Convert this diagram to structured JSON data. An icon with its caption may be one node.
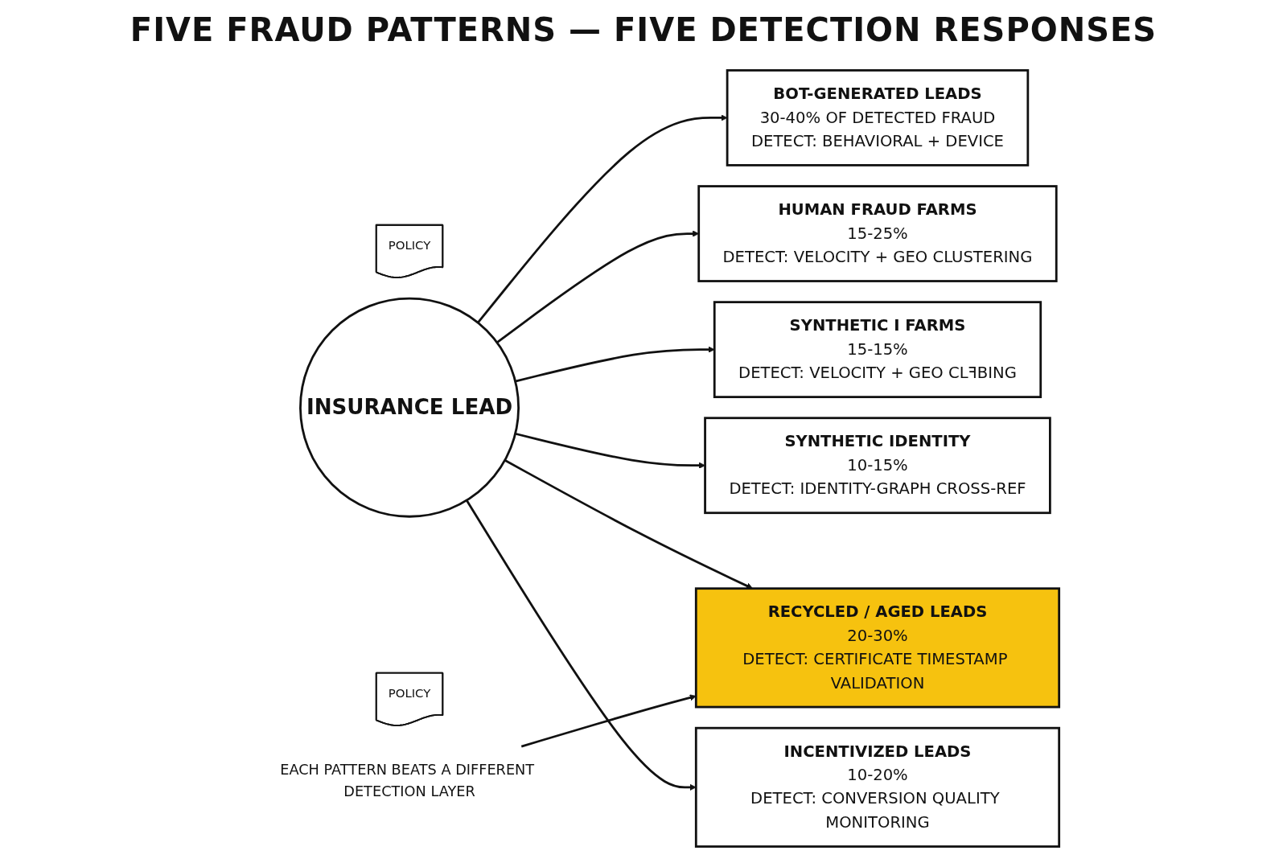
{
  "diagram": {
    "title": "FIVE FRAUD PATTERNS — FIVE DETECTION RESPONSES",
    "nodes": [
      {
        "text": [
          "BOT-GENERATED LEADS",
          "30-40% OF DETECTED FRAUD",
          "DETECT: BEHAVIORAL + DEVICE"
        ]
      },
      {
        "text": [
          "HUMAN FRAUD FARMS",
          "15-25%",
          "DETECT: VELOCITY + GEO CLUSTERING"
        ]
      },
      {
        "text": [
          "POLICY"
        ]
      },
      {
        "text": [
          "SYNTHETIC I FARMS",
          "15-15%",
          "DETECT: VELOCITY + GEO CLꟻBING"
        ]
      },
      {
        "text": [
          "INSURANCE LEAD"
        ]
      },
      {
        "text": [
          "SYNTHETIC IDENTITY",
          "10-15%",
          "DETECT: IDENTITY-GRAPH CROSS-REF"
        ]
      },
      {
        "text": [
          "POLICY"
        ]
      },
      {
        "text": [
          "RECYCLED / AGED LEADS",
          "20-30%",
          "DETECT: CERTIFICATE TIMESTAMP VALIDATION"
        ]
      },
      {
        "text": [
          "EACH PATTERN BEATS A DIFFERENT DETECTION LAYER"
        ]
      },
      {
        "text": [
          "INCENTIVIZED LEADS",
          "10-20%",
          "DETECT: CONVERSION QUALITY MONITORING"
        ]
      }
    ],
    "edges": [
      {
        "from": 4,
        "to": 0,
        "arrow": "to"
      },
      {
        "from": 4,
        "to": 1,
        "arrow": "to"
      },
      {
        "from": 4,
        "to": 3,
        "arrow": "to"
      },
      {
        "from": 4,
        "to": 5,
        "arrow": "to"
      },
      {
        "from": 4,
        "to": 7,
        "arrow": "to"
      },
      {
        "from": 4,
        "to": 9,
        "arrow": "to"
      },
      {
        "from": 8,
        "to": 7,
        "arrow": "to"
      }
    ]
  }
}
